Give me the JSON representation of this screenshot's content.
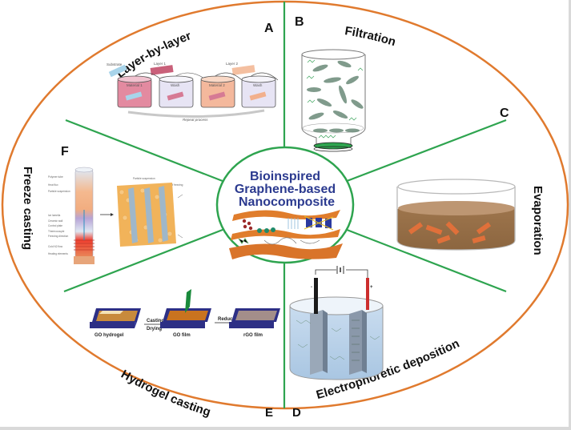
{
  "center": {
    "title_lines": [
      "Bioinspired",
      "Graphene-based",
      "Nanocomposite"
    ],
    "title_color": "#2b3a8f"
  },
  "colors": {
    "outer_ring": "#e07a2e",
    "spokes": "#2ea44f",
    "background": "#ffffff"
  },
  "sections": [
    {
      "letter": "A",
      "title": "Layer-by-layer",
      "figure": {
        "labels": [
          "Substrate",
          "Layer 1",
          "Layer 2",
          "Material 1",
          "Wash",
          "Material 2",
          "Wash",
          "Repeat process"
        ]
      }
    },
    {
      "letter": "B",
      "title": "Filtration"
    },
    {
      "letter": "C",
      "title": "Evaporation"
    },
    {
      "letter": "D",
      "title": "Electrophoretic deposition",
      "figure": {
        "labels": [
          "-",
          "+"
        ]
      }
    },
    {
      "letter": "E",
      "title": "Hydrogel casting",
      "figure": {
        "labels": [
          "Casting",
          "Drying",
          "Reduction",
          "GO hydrogel",
          "GO film",
          "rGO film"
        ]
      }
    },
    {
      "letter": "F",
      "title": "Freeze casting",
      "figure": {
        "labels": [
          "Polymer tube",
          "Heat flux",
          "Particle suspension",
          "Ice lamella",
          "Ceramic wall",
          "Control plate",
          "Thermocouple",
          "Freezing direction",
          "Cold N2 flow",
          "Heating elements",
          "Particle suspension",
          "Direction of freezing"
        ]
      }
    }
  ]
}
